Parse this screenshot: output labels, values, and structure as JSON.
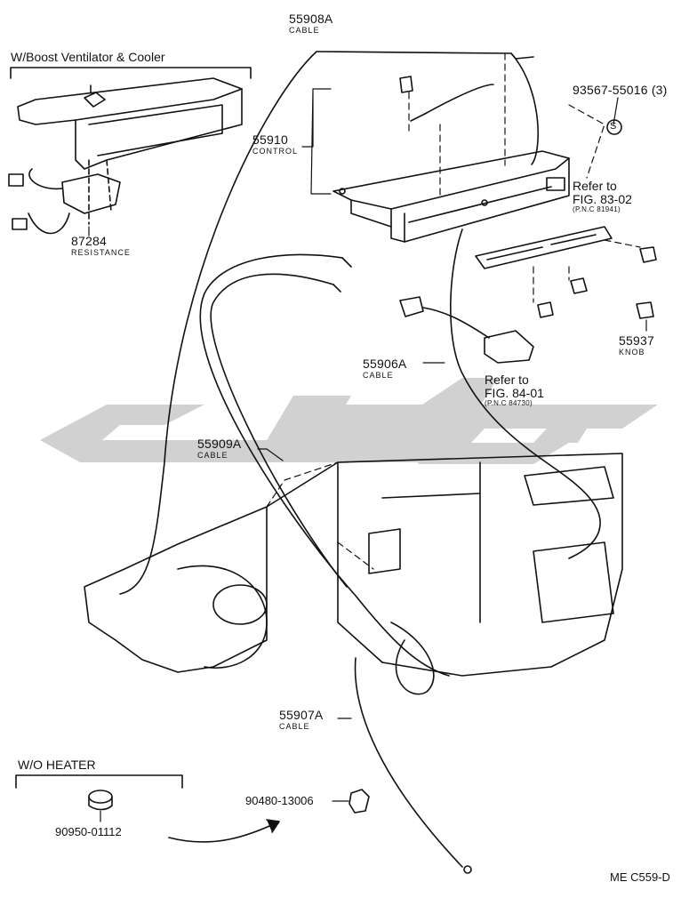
{
  "colors": {
    "ink": "#111111",
    "watermark": "#cfcfcf",
    "background": "#ffffff"
  },
  "sections": {
    "boost": "W/Boost Ventilator & Cooler",
    "no_heater": "W/O HEATER"
  },
  "parts": [
    {
      "id": "p55908A",
      "number": "55908A",
      "desc": "CABLE"
    },
    {
      "id": "p93567",
      "number": "93567-55016 (3)",
      "desc": ""
    },
    {
      "id": "p55910",
      "number": "55910",
      "desc": "CONTROL"
    },
    {
      "id": "p87284",
      "number": "87284",
      "desc": "RESISTANCE"
    },
    {
      "id": "p55906A",
      "number": "55906A",
      "desc": "CABLE"
    },
    {
      "id": "p55937",
      "number": "55937",
      "desc": "KNOB"
    },
    {
      "id": "p55909A",
      "number": "55909A",
      "desc": "CABLE"
    },
    {
      "id": "p55907A",
      "number": "55907A",
      "desc": "CABLE"
    },
    {
      "id": "p90480",
      "number": "90480-13006",
      "desc": ""
    },
    {
      "id": "p90950",
      "number": "90950-01112",
      "desc": ""
    }
  ],
  "refs": [
    {
      "id": "r1",
      "line1": "Refer to",
      "line2": "FIG. 83-02",
      "pnc": "(P.N.C 81941)"
    },
    {
      "id": "r2",
      "line1": "Refer to",
      "line2": "FIG. 84-01",
      "pnc": "(P.N.C 84730)"
    }
  ],
  "fastener_symbol": "S",
  "diagram_code": "ME C559-D"
}
